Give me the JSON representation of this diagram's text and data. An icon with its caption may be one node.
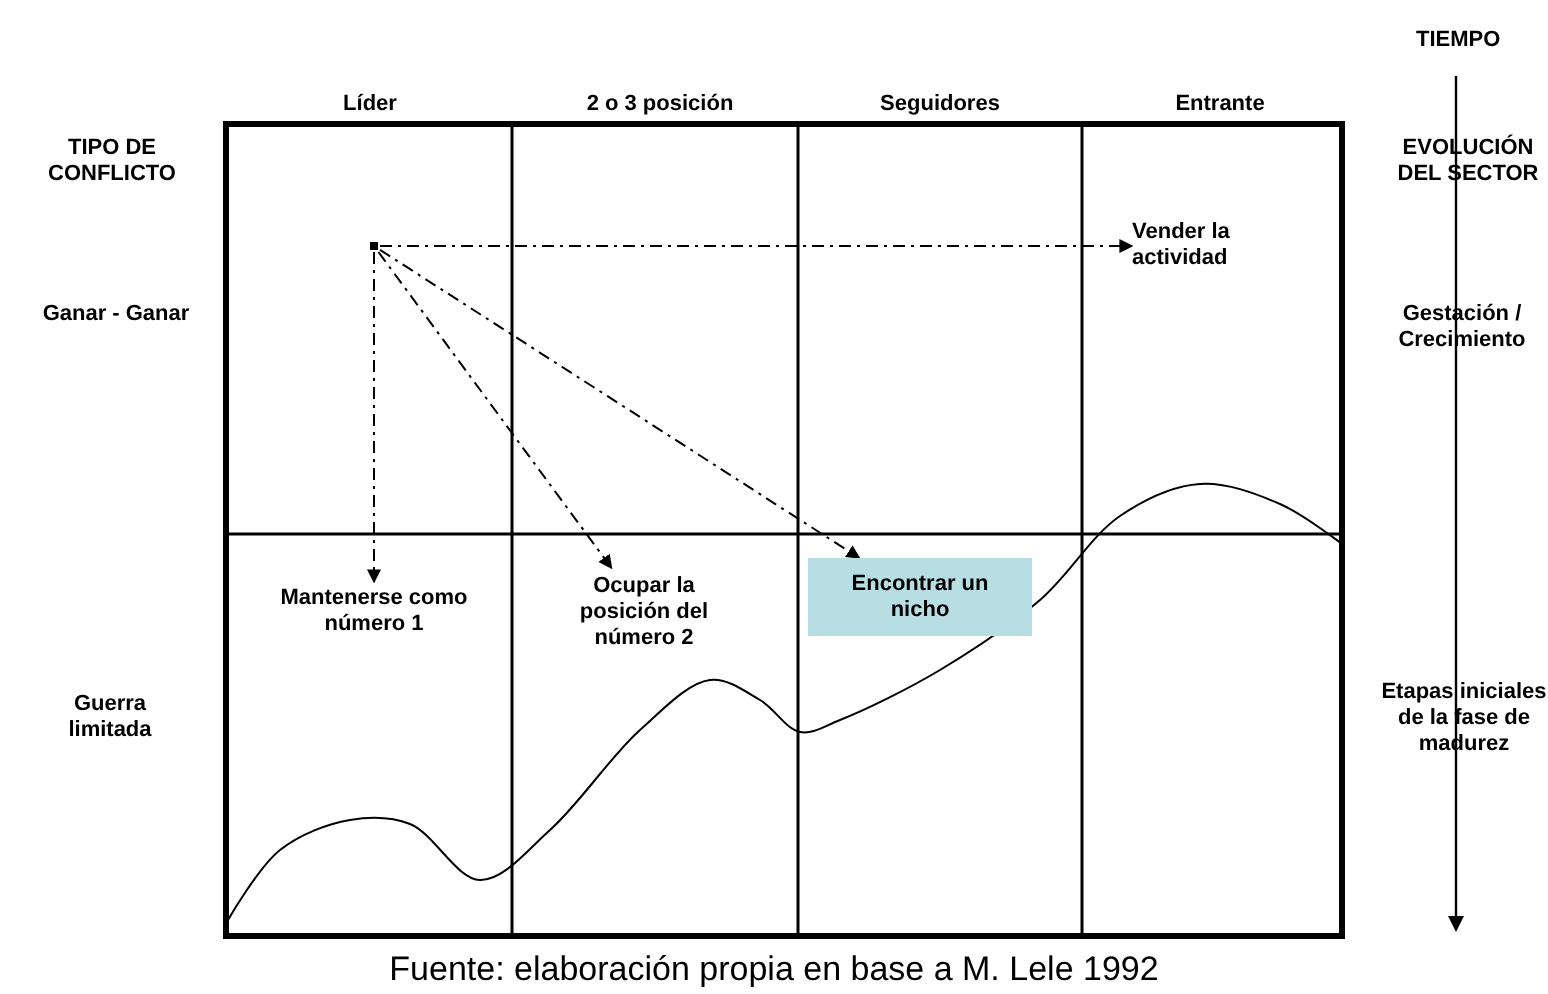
{
  "diagram": {
    "caption": "Fuente: elaboración propia en base a M. Lele 1992",
    "nodes": [
      {
        "text": [],
        "shape": "dot"
      },
      {
        "text": [
          "Vender la actividad"
        ]
      },
      {
        "text": [
          "Mantenerse como número 1"
        ]
      },
      {
        "text": [
          "Ocupar la posición del número 2"
        ]
      },
      {
        "text": [
          "Encontrar un nicho"
        ]
      }
    ],
    "edges": [
      {
        "from": 0,
        "to": 1,
        "arrow": "to",
        "style": "dashed"
      },
      {
        "from": 0,
        "to": 2,
        "arrow": "to",
        "style": "dashed"
      },
      {
        "from": 0,
        "to": 3,
        "arrow": "to",
        "style": "dashed"
      },
      {
        "from": 0,
        "to": 4,
        "arrow": "to",
        "style": "dashed"
      }
    ],
    "labels": [
      "TIEMPO",
      "Líder",
      "2 o 3 posición",
      "Seguidores",
      "Entrante",
      "TIPO DE CONFLICTO",
      "EVOLUCIÓN DEL SECTOR",
      "Ganar - Ganar",
      "Gestación / Crecimiento",
      "Guerra limitada",
      "Etapas iniciales de la fase de madurez"
    ]
  }
}
